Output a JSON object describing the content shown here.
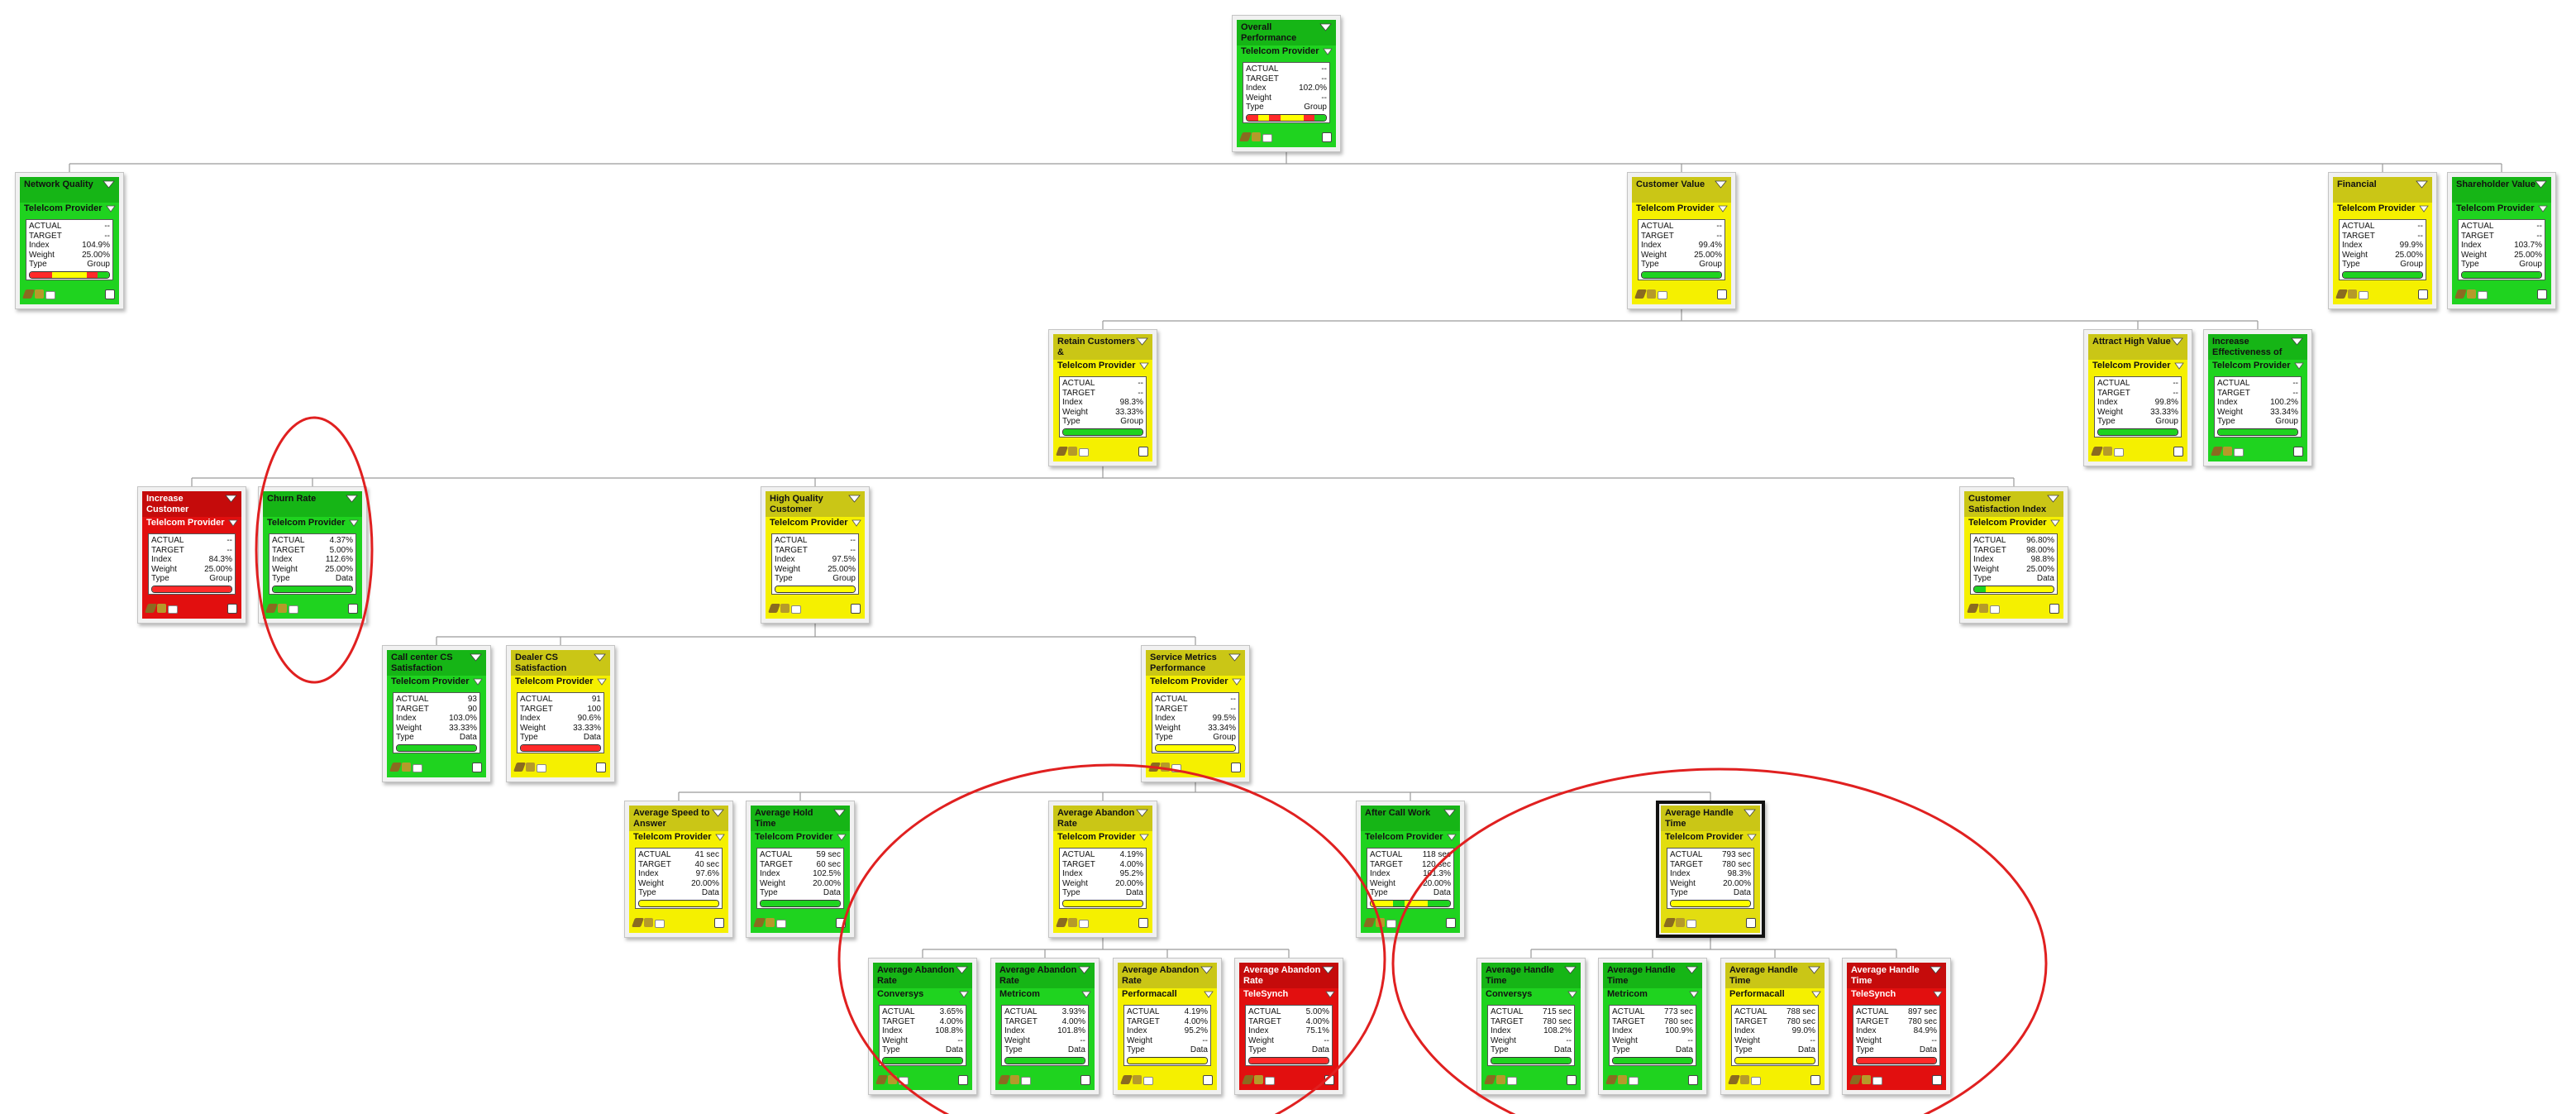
{
  "nodes": [
    {
      "id": "overall",
      "title": "Overall Performance",
      "provider": "Telelcom Provider",
      "color": "green",
      "actual": "--",
      "target": "--",
      "index": "102.0%",
      "weight": "--",
      "type": "Group",
      "bar": [
        "#ff2a2a",
        "#ffff00",
        "#ff2a2a",
        "#ffff00",
        "#ffff00",
        "#ff2a2a",
        "#1fd31f"
      ]
    },
    {
      "id": "network-quality",
      "title": "Network Quality",
      "provider": "Telelcom Provider",
      "color": "green",
      "actual": "--",
      "target": "--",
      "index": "104.9%",
      "weight": "25.00%",
      "type": "Group",
      "bar": [
        "#ff2a2a",
        "#ff2a2a",
        "#ffff00",
        "#ffff00",
        "#ffff00",
        "#ff2a2a",
        "#1fd31f"
      ]
    },
    {
      "id": "customer-value",
      "title": "Customer Value",
      "provider": "Telelcom Provider",
      "color": "yellow",
      "actual": "--",
      "target": "--",
      "index": "99.4%",
      "weight": "25.00%",
      "type": "Group",
      "bar": [
        "#1fd31f",
        "#1fd31f",
        "#1fd31f",
        "#1fd31f",
        "#1fd31f",
        "#1fd31f",
        "#1fd31f"
      ]
    },
    {
      "id": "financial",
      "title": "Financial",
      "provider": "Telelcom Provider",
      "color": "yellow",
      "actual": "--",
      "target": "--",
      "index": "99.9%",
      "weight": "25.00%",
      "type": "Group",
      "bar": [
        "#1fd31f",
        "#1fd31f",
        "#1fd31f",
        "#1fd31f",
        "#1fd31f",
        "#1fd31f",
        "#1fd31f"
      ]
    },
    {
      "id": "shareholder-value",
      "title": "Shareholder Value",
      "provider": "Telelcom Provider",
      "color": "green",
      "actual": "--",
      "target": "--",
      "index": "103.7%",
      "weight": "25.00%",
      "type": "Group",
      "bar": [
        "#1fd31f",
        "#1fd31f",
        "#1fd31f",
        "#1fd31f",
        "#1fd31f",
        "#1fd31f",
        "#1fd31f"
      ]
    },
    {
      "id": "retain-customers",
      "title": "Retain Customers &",
      "provider": "Telelcom Provider",
      "color": "yellow",
      "actual": "--",
      "target": "--",
      "index": "98.3%",
      "weight": "33.33%",
      "type": "Group",
      "bar": [
        "#1fd31f",
        "#1fd31f",
        "#1fd31f",
        "#1fd31f",
        "#1fd31f",
        "#1fd31f",
        "#1fd31f"
      ]
    },
    {
      "id": "attract-high-value",
      "title": "Attract High Value",
      "provider": "Telelcom Provider",
      "color": "yellow",
      "actual": "--",
      "target": "--",
      "index": "99.8%",
      "weight": "33.33%",
      "type": "Group",
      "bar": [
        "#1fd31f",
        "#1fd31f",
        "#1fd31f",
        "#1fd31f",
        "#1fd31f",
        "#1fd31f",
        "#1fd31f"
      ]
    },
    {
      "id": "increase-effectiveness",
      "title": "Increase Effectiveness of",
      "provider": "Telelcom Provider",
      "color": "green",
      "actual": "--",
      "target": "--",
      "index": "100.2%",
      "weight": "33.34%",
      "type": "Group",
      "bar": [
        "#1fd31f",
        "#1fd31f",
        "#1fd31f",
        "#1fd31f",
        "#1fd31f",
        "#1fd31f",
        "#1fd31f"
      ]
    },
    {
      "id": "increase-customer",
      "title": "Increase Customer",
      "provider": "Telelcom Provider",
      "color": "red",
      "actual": "--",
      "target": "--",
      "index": "84.3%",
      "weight": "25.00%",
      "type": "Group",
      "bar": [
        "#ff2a2a",
        "#ff2a2a",
        "#ff2a2a",
        "#ff2a2a",
        "#ff2a2a",
        "#ff2a2a",
        "#ff2a2a"
      ]
    },
    {
      "id": "churn-rate",
      "title": "Churn Rate",
      "provider": "Telelcom Provider",
      "color": "green",
      "actual": "4.37%",
      "target": "5.00%",
      "index": "112.6%",
      "weight": "25.00%",
      "type": "Data",
      "bar": [
        "#1fd31f",
        "#1fd31f",
        "#1fd31f",
        "#1fd31f",
        "#1fd31f",
        "#1fd31f",
        "#1fd31f"
      ]
    },
    {
      "id": "high-quality-customer",
      "title": "High Quality Customer",
      "provider": "Telelcom Provider",
      "color": "yellow",
      "actual": "--",
      "target": "--",
      "index": "97.5%",
      "weight": "25.00%",
      "type": "Group",
      "bar": [
        "#ffff00",
        "#ffff00",
        "#ffff00",
        "#ffff00",
        "#ffff00",
        "#ffff00",
        "#ffff00"
      ]
    },
    {
      "id": "customer-satisfaction-index",
      "title": "Customer Satisfaction Index",
      "provider": "Telelcom Provider",
      "color": "yellow",
      "actual": "96.80%",
      "target": "98.00%",
      "index": "98.8%",
      "weight": "25.00%",
      "type": "Data",
      "bar": [
        "#1fd31f",
        "#ffff00",
        "#ffff00",
        "#ffff00",
        "#ffff00",
        "#ffff00",
        "#ffff00"
      ]
    },
    {
      "id": "call-center-cs",
      "title": "Call center CS Satisfaction",
      "provider": "Telelcom Provider",
      "color": "green",
      "actual": "93",
      "target": "90",
      "index": "103.0%",
      "weight": "33.33%",
      "type": "Data",
      "bar": [
        "#1fd31f",
        "#1fd31f",
        "#1fd31f",
        "#1fd31f",
        "#1fd31f",
        "#1fd31f",
        "#1fd31f"
      ]
    },
    {
      "id": "dealer-cs",
      "title": "Dealer CS Satisfaction",
      "provider": "Telelcom Provider",
      "color": "yellow",
      "actual": "91",
      "target": "100",
      "index": "90.6%",
      "weight": "33.33%",
      "type": "Data",
      "bar": [
        "#ff2a2a",
        "#ff2a2a",
        "#ff2a2a",
        "#ff2a2a",
        "#ff2a2a",
        "#ff2a2a",
        "#ff2a2a"
      ]
    },
    {
      "id": "service-metrics",
      "title": "Service Metrics Performance",
      "provider": "Telelcom Provider",
      "color": "yellow",
      "actual": "--",
      "target": "--",
      "index": "99.5%",
      "weight": "33.34%",
      "type": "Group",
      "bar": [
        "#ffff00",
        "#ffff00",
        "#ffff00",
        "#ffff00",
        "#ffff00",
        "#ffff00",
        "#ffff00"
      ]
    },
    {
      "id": "avg-speed-to-answer",
      "title": "Average Speed to Answer",
      "provider": "Telelcom Provider",
      "color": "yellow",
      "actual": "41 sec",
      "target": "40 sec",
      "index": "97.6%",
      "weight": "20.00%",
      "type": "Data",
      "bar": [
        "#ffff00",
        "#ffff00",
        "#ffff00",
        "#ffff00",
        "#ffff00",
        "#ffff00",
        "#ffff00"
      ]
    },
    {
      "id": "avg-hold-time",
      "title": "Average Hold Time",
      "provider": "Telelcom Provider",
      "color": "green",
      "actual": "59 sec",
      "target": "60 sec",
      "index": "102.5%",
      "weight": "20.00%",
      "type": "Data",
      "bar": [
        "#1fd31f",
        "#1fd31f",
        "#1fd31f",
        "#1fd31f",
        "#1fd31f",
        "#1fd31f",
        "#1fd31f"
      ]
    },
    {
      "id": "avg-abandon-rate",
      "title": "Average Abandon Rate",
      "provider": "Telelcom Provider",
      "color": "yellow",
      "actual": "4.19%",
      "target": "4.00%",
      "index": "95.2%",
      "weight": "20.00%",
      "type": "Data",
      "bar": [
        "#ffff00",
        "#ffff00",
        "#ffff00",
        "#ffff00",
        "#ffff00",
        "#ffff00",
        "#ffff00"
      ]
    },
    {
      "id": "after-call-work",
      "title": "After Call Work",
      "provider": "Telelcom Provider",
      "color": "green",
      "actual": "118 sec",
      "target": "120 sec",
      "index": "101.3%",
      "weight": "20.00%",
      "type": "Data",
      "bar": [
        "#ffff00",
        "#ffff00",
        "#1fd31f",
        "#ffff00",
        "#ffff00",
        "#1fd31f",
        "#1fd31f"
      ]
    },
    {
      "id": "avg-handle-time",
      "title": "Average Handle Time",
      "provider": "Telelcom Provider",
      "color": "olive",
      "actual": "793 sec",
      "target": "780 sec",
      "index": "98.3%",
      "weight": "20.00%",
      "type": "Data",
      "bar": [
        "#ffff00",
        "#ffff00",
        "#ffff00",
        "#ffff00",
        "#ffff00",
        "#ffff00",
        "#ffff00"
      ]
    },
    {
      "id": "aar-conversys",
      "title": "Average Abandon Rate",
      "provider": "Conversys",
      "color": "green",
      "actual": "3.65%",
      "target": "4.00%",
      "index": "108.8%",
      "weight": "--",
      "type": "Data",
      "bar": [
        "#1fd31f",
        "#1fd31f",
        "#1fd31f",
        "#1fd31f",
        "#1fd31f",
        "#1fd31f",
        "#1fd31f"
      ]
    },
    {
      "id": "aar-metricom",
      "title": "Average Abandon Rate",
      "provider": "Metricom",
      "color": "green",
      "actual": "3.93%",
      "target": "4.00%",
      "index": "101.8%",
      "weight": "--",
      "type": "Data",
      "bar": [
        "#1fd31f",
        "#1fd31f",
        "#1fd31f",
        "#1fd31f",
        "#1fd31f",
        "#1fd31f",
        "#1fd31f"
      ]
    },
    {
      "id": "aar-performacall",
      "title": "Average Abandon Rate",
      "provider": "Performacall",
      "color": "yellow",
      "actual": "4.19%",
      "target": "4.00%",
      "index": "95.2%",
      "weight": "--",
      "type": "Data",
      "bar": [
        "#ffff00",
        "#ffff00",
        "#ffff00",
        "#ffff00",
        "#ffff00",
        "#ffff00",
        "#ffff00"
      ]
    },
    {
      "id": "aar-telesynch",
      "title": "Average Abandon Rate",
      "provider": "TeleSynch",
      "color": "red",
      "actual": "5.00%",
      "target": "4.00%",
      "index": "75.1%",
      "weight": "--",
      "type": "Data",
      "bar": [
        "#ff2a2a",
        "#ff2a2a",
        "#ff2a2a",
        "#ff2a2a",
        "#ff2a2a",
        "#ff2a2a",
        "#ff2a2a"
      ]
    },
    {
      "id": "aht-conversys",
      "title": "Average Handle Time",
      "provider": "Conversys",
      "color": "green",
      "actual": "715 sec",
      "target": "780 sec",
      "index": "108.2%",
      "weight": "--",
      "type": "Data",
      "bar": [
        "#1fd31f",
        "#1fd31f",
        "#1fd31f",
        "#1fd31f",
        "#1fd31f",
        "#1fd31f",
        "#1fd31f"
      ]
    },
    {
      "id": "aht-metricom",
      "title": "Average Handle Time",
      "provider": "Metricom",
      "color": "green",
      "actual": "773 sec",
      "target": "780 sec",
      "index": "100.9%",
      "weight": "--",
      "type": "Data",
      "bar": [
        "#1fd31f",
        "#1fd31f",
        "#1fd31f",
        "#1fd31f",
        "#1fd31f",
        "#1fd31f",
        "#1fd31f"
      ]
    },
    {
      "id": "aht-performacall",
      "title": "Average Handle Time",
      "provider": "Performacall",
      "color": "yellow",
      "actual": "788 sec",
      "target": "780 sec",
      "index": "99.0%",
      "weight": "--",
      "type": "Data",
      "bar": [
        "#ffff00",
        "#ffff00",
        "#ffff00",
        "#ffff00",
        "#ffff00",
        "#ffff00",
        "#ffff00"
      ]
    },
    {
      "id": "aht-telesynch",
      "title": "Average Handle Time",
      "provider": "TeleSynch",
      "color": "red",
      "actual": "897 sec",
      "target": "780 sec",
      "index": "84.9%",
      "weight": "--",
      "type": "Data",
      "bar": [
        "#ff2a2a",
        "#ff2a2a",
        "#ff2a2a",
        "#ff2a2a",
        "#ff2a2a",
        "#ff2a2a",
        "#ff2a2a"
      ]
    }
  ],
  "labels": {
    "actual": "ACTUAL",
    "target": "TARGET",
    "index": "Index",
    "weight": "Weight",
    "type": "Type"
  },
  "edges": [
    [
      "overall",
      "network-quality"
    ],
    [
      "overall",
      "customer-value"
    ],
    [
      "overall",
      "financial"
    ],
    [
      "overall",
      "shareholder-value"
    ],
    [
      "customer-value",
      "retain-customers"
    ],
    [
      "customer-value",
      "attract-high-value"
    ],
    [
      "customer-value",
      "increase-effectiveness"
    ],
    [
      "retain-customers",
      "increase-customer"
    ],
    [
      "retain-customers",
      "churn-rate"
    ],
    [
      "retain-customers",
      "high-quality-customer"
    ],
    [
      "retain-customers",
      "customer-satisfaction-index"
    ],
    [
      "high-quality-customer",
      "call-center-cs"
    ],
    [
      "high-quality-customer",
      "dealer-cs"
    ],
    [
      "high-quality-customer",
      "service-metrics"
    ],
    [
      "service-metrics",
      "avg-speed-to-answer"
    ],
    [
      "service-metrics",
      "avg-hold-time"
    ],
    [
      "service-metrics",
      "avg-abandon-rate"
    ],
    [
      "service-metrics",
      "after-call-work"
    ],
    [
      "service-metrics",
      "avg-handle-time"
    ],
    [
      "avg-abandon-rate",
      "aar-conversys"
    ],
    [
      "avg-abandon-rate",
      "aar-metricom"
    ],
    [
      "avg-abandon-rate",
      "aar-performacall"
    ],
    [
      "avg-abandon-rate",
      "aar-telesynch"
    ],
    [
      "avg-handle-time",
      "aht-conversys"
    ],
    [
      "avg-handle-time",
      "aht-metricom"
    ],
    [
      "avg-handle-time",
      "aht-performacall"
    ],
    [
      "avg-handle-time",
      "aht-telesynch"
    ]
  ],
  "selected": "avg-handle-time",
  "highlight_color": "#e02020"
}
